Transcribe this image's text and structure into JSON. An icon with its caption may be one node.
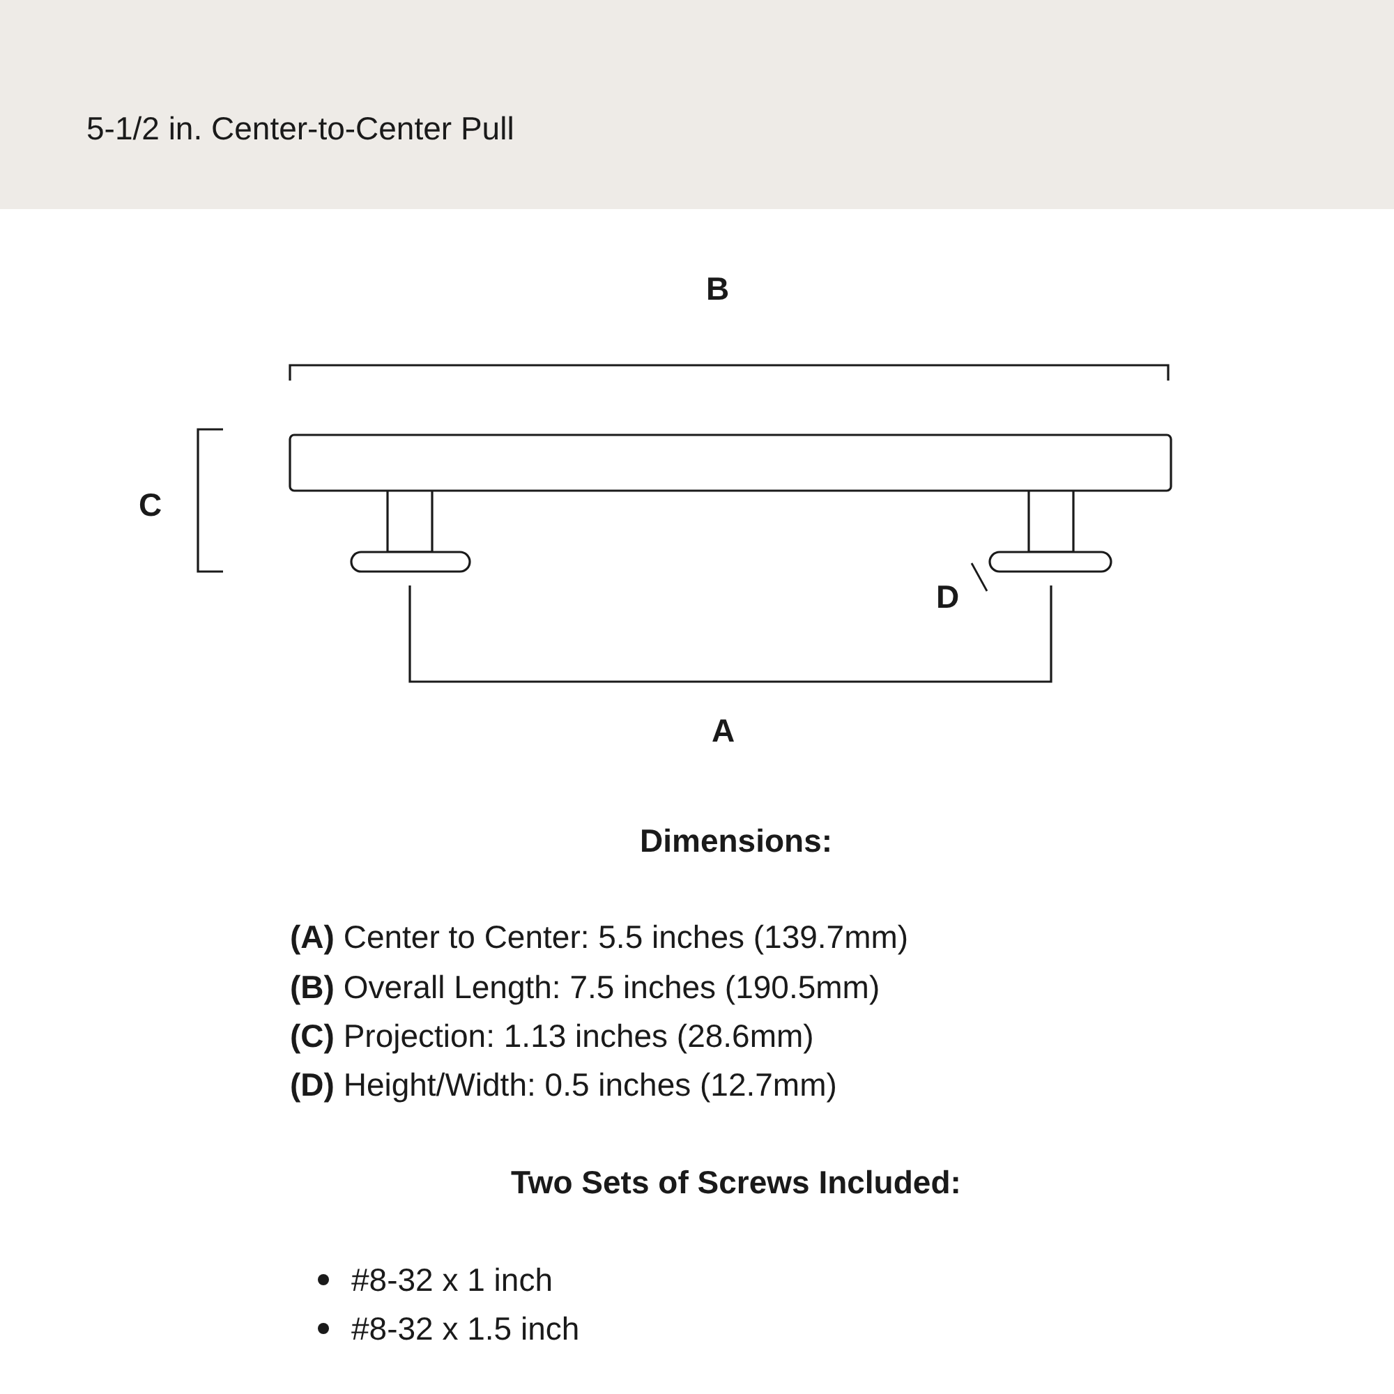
{
  "diagram": {
    "title": "5-1/2 in. Center-to-Center Pull",
    "labels": [
      "B",
      "C",
      "D",
      "A",
      "Dimensions:",
      "**(A)** Center to Center: 5.5 inches (139.7mm)",
      "**(B)** Overall Length: 7.5 inches (190.5mm)",
      "**(C)** Projection: 1.13 inches (28.6mm)",
      "**(D)** Height/Width: 0.5 inches (12.7mm)",
      "Two Sets of Screws Included:",
      "#8-32 x 1 inch",
      "#8-32 x 1.5 inch"
    ]
  }
}
